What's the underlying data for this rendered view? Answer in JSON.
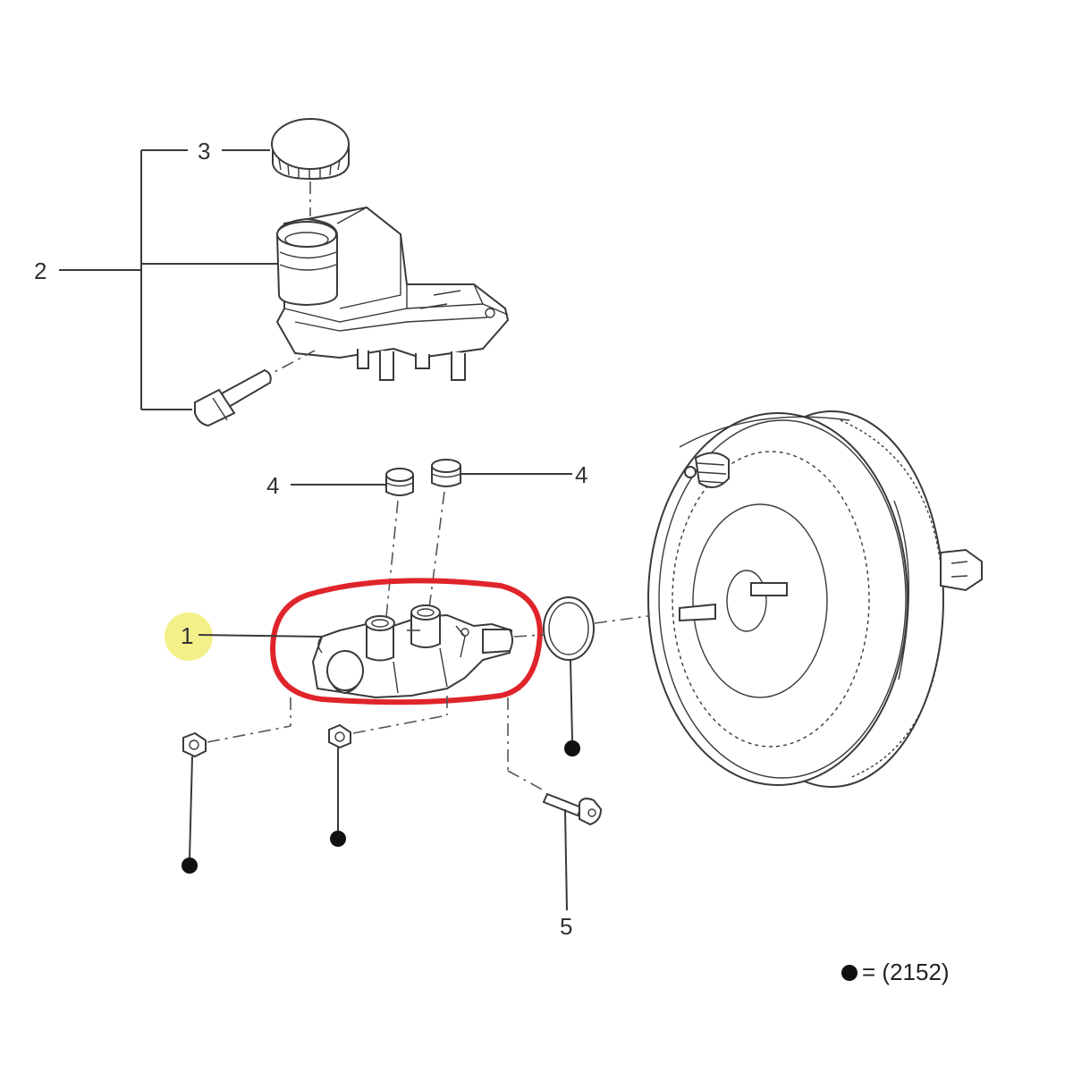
{
  "callouts": {
    "c1": "1",
    "c2": "2",
    "c3": "3",
    "c4a": "4",
    "c4b": "4",
    "c5": "5"
  },
  "legend": {
    "text": "= (2152)"
  },
  "colors": {
    "highlight_ring": "#e0242b",
    "marker_circle": "#f3f08a",
    "line": "#3a3a3a"
  },
  "icons": {
    "legend_marker": "filled-dot-icon",
    "torque_marker": "filled-dot-icon"
  }
}
